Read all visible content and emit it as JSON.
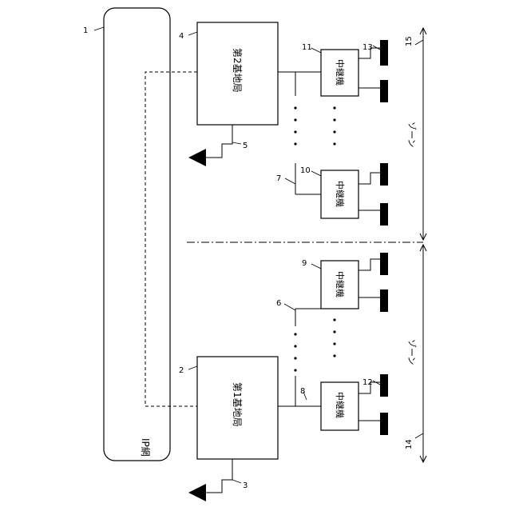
{
  "ip_network": {
    "label": "IP網",
    "ref": "1"
  },
  "base_station_1": {
    "label": "第1基地局",
    "ref": "2",
    "antenna_ref": "3",
    "line_ref": "8"
  },
  "base_station_2": {
    "label": "第2基地局",
    "ref": "4",
    "antenna_ref": "5",
    "line_ref": "7"
  },
  "zone_1": {
    "label": "ゾーン",
    "ref": "14"
  },
  "zone_2": {
    "label": "ゾーン",
    "ref": "15"
  },
  "repeater_label": "中継機",
  "refs": {
    "line_6": "6",
    "repeater_9": "9",
    "repeater_10": "10",
    "repeater_11": "11",
    "terminal_12": "12",
    "terminal_13": "13"
  }
}
